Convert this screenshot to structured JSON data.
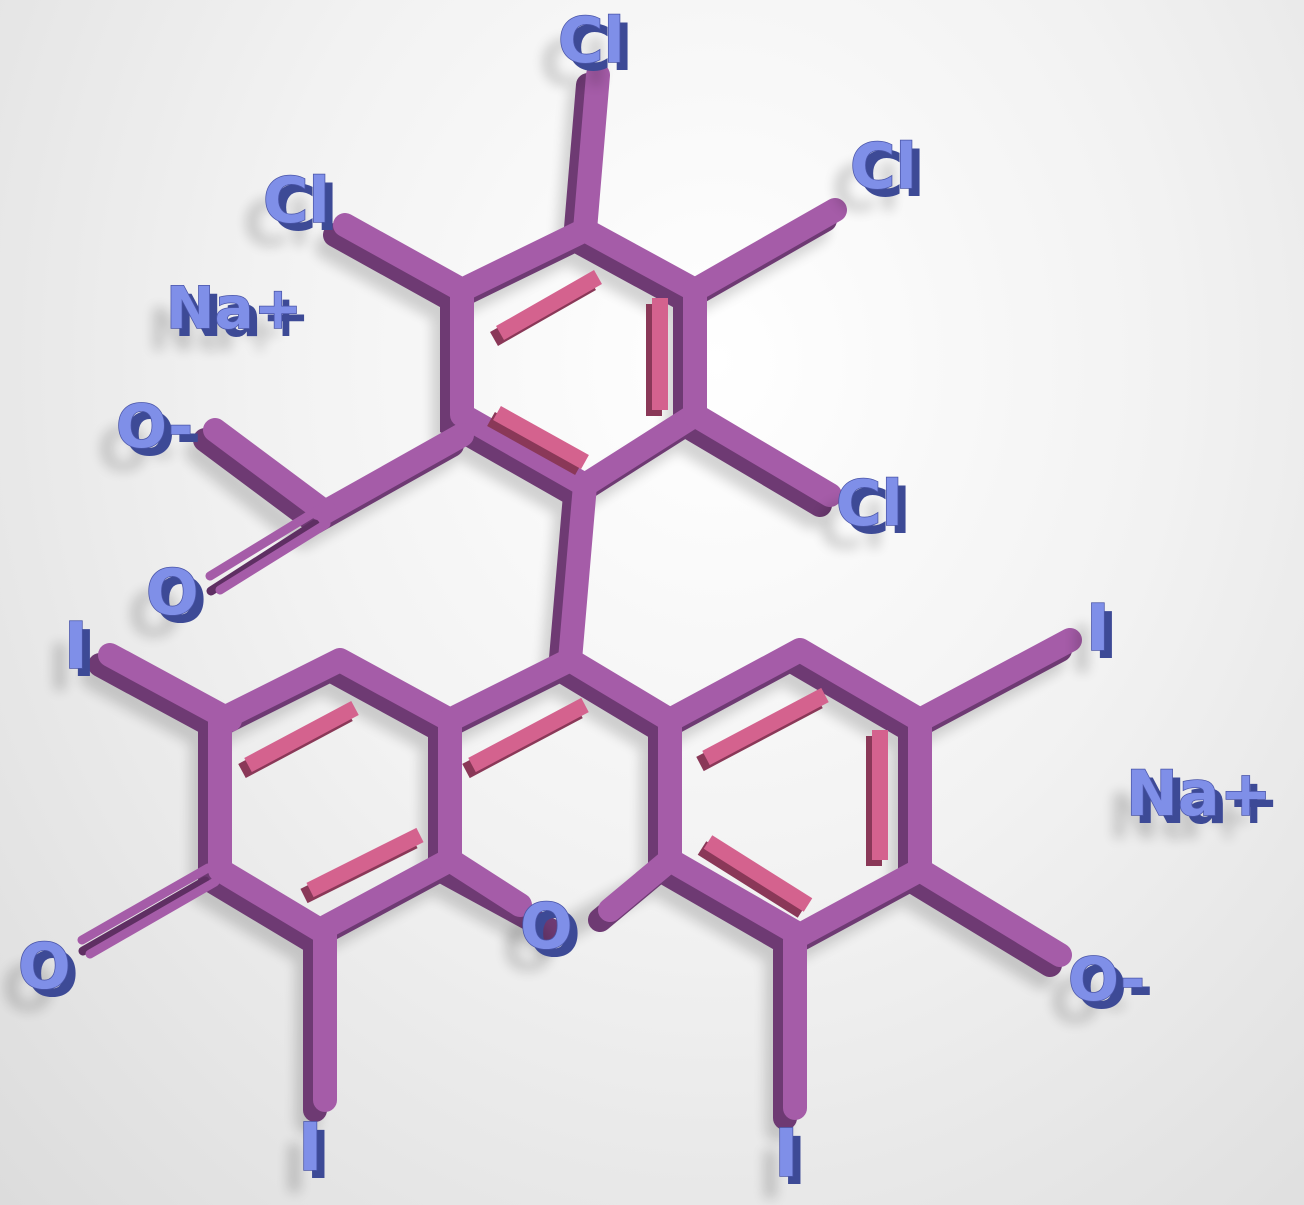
{
  "molecule": {
    "colors": {
      "bond": "#a55ca8",
      "inner_double_bond": "#d4628e",
      "atom_label": "#7f8fe8",
      "background": "#e8e8e8"
    },
    "atoms": {
      "cl_top": "Cl",
      "cl_upper_left": "Cl",
      "cl_upper_right": "Cl",
      "cl_right": "Cl",
      "na_upper": "Na+",
      "o_carboxylate": "O-",
      "o_carbonyl": "O",
      "i_left": "I",
      "i_right": "I",
      "na_right": "Na+",
      "o_ketone": "O",
      "o_ring": "O",
      "o_phenolate": "O-",
      "i_bottom_left": "I",
      "i_bottom_right": "I"
    }
  }
}
